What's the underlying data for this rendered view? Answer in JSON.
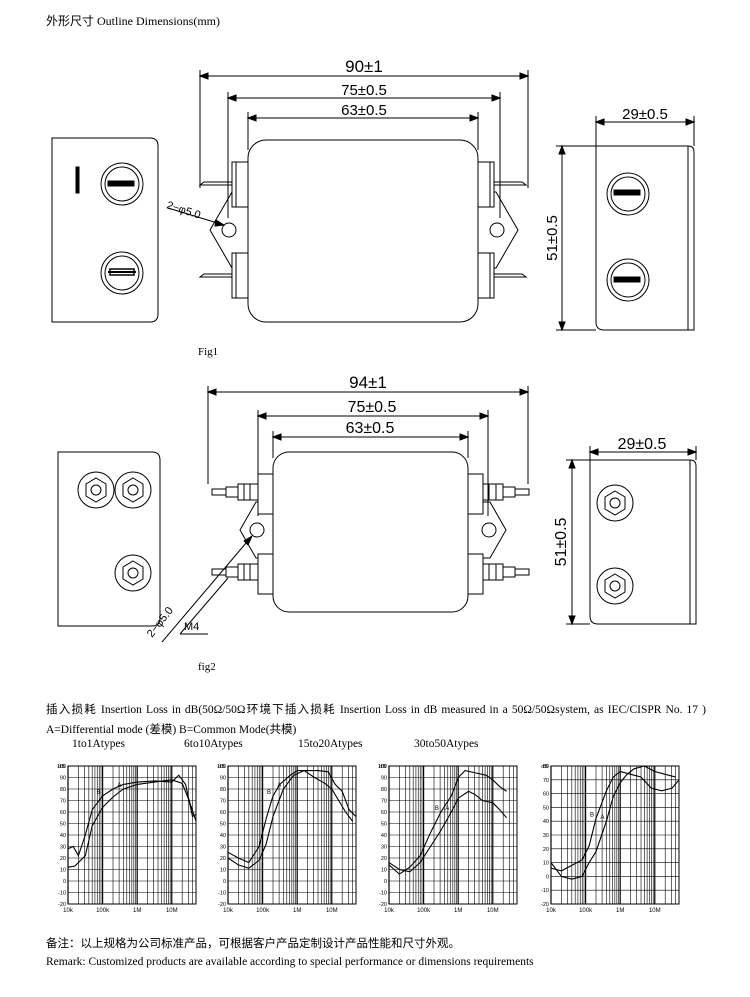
{
  "section_title": "外形尺寸 Outline Dimensions(mm)",
  "fig1": {
    "label": "Fig1",
    "dim_overall": "90±1",
    "dim_mid": "75±0.5",
    "dim_body": "63±0.5",
    "dim_hole": "2−φ5.0",
    "dim_depth": "29±0.5",
    "dim_height": "51±0.5"
  },
  "fig2": {
    "label": "fig2",
    "dim_overall": "94±1",
    "dim_mid": "75±0.5",
    "dim_body": "63±0.5",
    "dim_hole": "2−φ5.0",
    "dim_thread": "M4",
    "dim_depth": "29±0.5",
    "dim_height": "51±0.5"
  },
  "insertion_loss": {
    "text": "插入损耗 Insertion Loss in dB(50Ω/50Ω环境下插入损耗 Insertion Loss in dB measured in a 50Ω/50Ωsystem, as IEC/CISPR No. 17 ) A=Differential mode (差模) B=Common Mode(共模)",
    "types": [
      "1to1Atypes",
      "6to10Atypes",
      "15to20Atypes",
      "30to50Atypes"
    ]
  },
  "chart_data": [
    {
      "type": "line",
      "title": "1to1Atypes",
      "ylabel": "dB",
      "x_ticks": [
        "10k",
        "100k",
        "1M",
        "10M"
      ],
      "y_ticks": [
        -20,
        -10,
        0,
        10,
        20,
        30,
        40,
        50,
        60,
        70,
        80,
        90,
        100
      ],
      "ylim": [
        -20,
        100
      ],
      "xlim_log10": [
        4,
        7.7
      ],
      "series": [
        {
          "name": "A",
          "points": [
            [
              4,
              12
            ],
            [
              4.2,
              13
            ],
            [
              4.5,
              22
            ],
            [
              4.7,
              48
            ],
            [
              5,
              64
            ],
            [
              5.3,
              73
            ],
            [
              5.6,
              80
            ],
            [
              6,
              84
            ],
            [
              6.5,
              86
            ],
            [
              7,
              88
            ],
            [
              7.3,
              85
            ],
            [
              7.5,
              70
            ],
            [
              7.7,
              52
            ]
          ]
        },
        {
          "name": "B",
          "points": [
            [
              4,
              28
            ],
            [
              4.15,
              30
            ],
            [
              4.3,
              22
            ],
            [
              4.5,
              40
            ],
            [
              4.7,
              62
            ],
            [
              5,
              74
            ],
            [
              5.3,
              80
            ],
            [
              5.6,
              84
            ],
            [
              6,
              86
            ],
            [
              6.5,
              87
            ],
            [
              7,
              86
            ],
            [
              7.2,
              92
            ],
            [
              7.4,
              84
            ],
            [
              7.6,
              56
            ],
            [
              7.7,
              58
            ]
          ]
        }
      ]
    },
    {
      "type": "line",
      "title": "6to10Atypes",
      "ylabel": "dB",
      "x_ticks": [
        "10k",
        "100k",
        "1M",
        "10M"
      ],
      "y_ticks": [
        -20,
        -10,
        0,
        10,
        20,
        30,
        40,
        50,
        60,
        70,
        80,
        90,
        100
      ],
      "ylim": [
        -20,
        100
      ],
      "xlim_log10": [
        4,
        7.7
      ],
      "series": [
        {
          "name": "A",
          "points": [
            [
              4,
              20
            ],
            [
              4.3,
              14
            ],
            [
              4.6,
              11
            ],
            [
              4.9,
              18
            ],
            [
              5.1,
              32
            ],
            [
              5.3,
              56
            ],
            [
              5.6,
              80
            ],
            [
              5.9,
              92
            ],
            [
              6.2,
              96
            ],
            [
              6.5,
              90
            ],
            [
              6.8,
              85
            ],
            [
              7,
              80
            ],
            [
              7.2,
              70
            ],
            [
              7.4,
              60
            ],
            [
              7.6,
              52
            ]
          ]
        },
        {
          "name": "B",
          "points": [
            [
              4,
              25
            ],
            [
              4.3,
              20
            ],
            [
              4.6,
              16
            ],
            [
              4.9,
              30
            ],
            [
              5.1,
              54
            ],
            [
              5.3,
              74
            ],
            [
              5.5,
              84
            ],
            [
              5.8,
              92
            ],
            [
              6,
              96
            ],
            [
              6.3,
              96
            ],
            [
              6.6,
              96
            ],
            [
              6.9,
              95
            ],
            [
              7.1,
              84
            ],
            [
              7.3,
              78
            ],
            [
              7.5,
              62
            ],
            [
              7.7,
              56
            ]
          ]
        }
      ]
    },
    {
      "type": "line",
      "title": "15to20Atypes",
      "ylabel": "dB",
      "x_ticks": [
        "10k",
        "100k",
        "1M",
        "10M"
      ],
      "y_ticks": [
        -20,
        -10,
        0,
        10,
        20,
        30,
        40,
        50,
        60,
        70,
        80,
        90,
        100
      ],
      "ylim": [
        -20,
        100
      ],
      "xlim_log10": [
        4,
        7.7
      ],
      "series": [
        {
          "name": "A",
          "points": [
            [
              4,
              16
            ],
            [
              4.3,
              10
            ],
            [
              4.6,
              8
            ],
            [
              4.9,
              16
            ],
            [
              5.2,
              30
            ],
            [
              5.5,
              44
            ],
            [
              5.8,
              60
            ],
            [
              6,
              72
            ],
            [
              6.3,
              78
            ],
            [
              6.5,
              75
            ],
            [
              6.7,
              70
            ],
            [
              7,
              68
            ],
            [
              7.2,
              62
            ],
            [
              7.4,
              55
            ]
          ]
        },
        {
          "name": "B",
          "points": [
            [
              4,
              14
            ],
            [
              4.3,
              6
            ],
            [
              4.6,
              12
            ],
            [
              4.9,
              22
            ],
            [
              5.2,
              42
            ],
            [
              5.5,
              60
            ],
            [
              5.8,
              74
            ],
            [
              6,
              90
            ],
            [
              6.2,
              96
            ],
            [
              6.5,
              94
            ],
            [
              6.8,
              92
            ],
            [
              7,
              88
            ],
            [
              7.2,
              82
            ],
            [
              7.4,
              78
            ]
          ]
        }
      ]
    },
    {
      "type": "line",
      "title": "30to50Atypes",
      "ylabel": "dB",
      "x_ticks": [
        "10k",
        "100k",
        "1M",
        "10M"
      ],
      "y_ticks": [
        -20,
        -10,
        0,
        10,
        20,
        30,
        40,
        50,
        60,
        70,
        80
      ],
      "ylim": [
        -20,
        80
      ],
      "xlim_log10": [
        4,
        7.7
      ],
      "series": [
        {
          "name": "A",
          "points": [
            [
              4,
              10
            ],
            [
              4.3,
              0
            ],
            [
              4.6,
              -2
            ],
            [
              4.9,
              0
            ],
            [
              5.1,
              10
            ],
            [
              5.3,
              18
            ],
            [
              5.6,
              40
            ],
            [
              5.8,
              58
            ],
            [
              6,
              68
            ],
            [
              6.2,
              74
            ],
            [
              6.4,
              78
            ],
            [
              6.7,
              80
            ],
            [
              7,
              76
            ],
            [
              7.3,
              74
            ],
            [
              7.6,
              72
            ]
          ]
        },
        {
          "name": "B",
          "points": [
            [
              4,
              6
            ],
            [
              4.3,
              4
            ],
            [
              4.6,
              8
            ],
            [
              4.9,
              12
            ],
            [
              5.1,
              22
            ],
            [
              5.3,
              42
            ],
            [
              5.6,
              62
            ],
            [
              5.8,
              72
            ],
            [
              6,
              76
            ],
            [
              6.3,
              74
            ],
            [
              6.6,
              72
            ],
            [
              6.9,
              64
            ],
            [
              7.2,
              62
            ],
            [
              7.5,
              64
            ],
            [
              7.7,
              70
            ]
          ]
        }
      ]
    }
  ],
  "remark_cn": "备注：以上规格为公司标准产品，可根据客户产品定制设计产品性能和尺寸外观。",
  "remark_en": "Remark: Customized products are available according to special performance or dimensions requirements"
}
